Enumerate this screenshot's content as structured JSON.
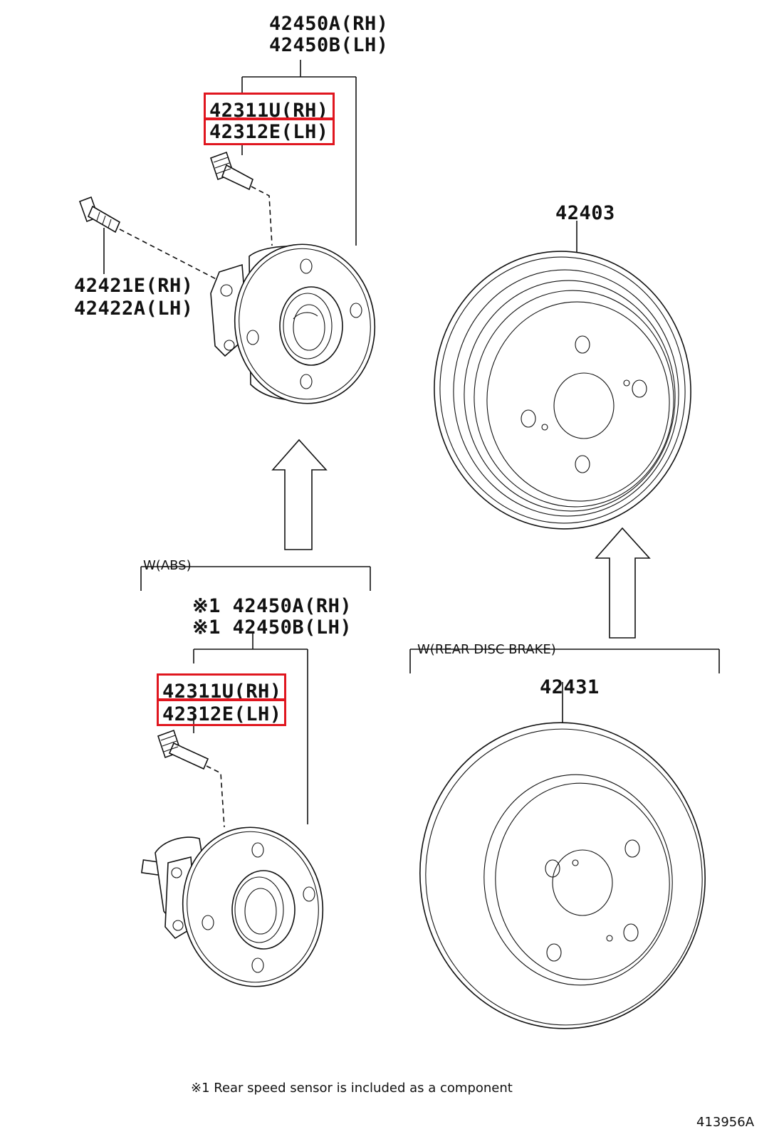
{
  "labels": {
    "hub_assy_top_rh": "42450A(RH)",
    "hub_assy_top_lh": "42450B(LH)",
    "bolt_top_rh": "42311U(RH)",
    "bolt_top_lh": "42312E(LH)",
    "bolt_side_rh": "42421E(RH)",
    "bolt_side_lh": "42422A(LH)",
    "drum": "42403",
    "abs_section": "W(ABS)",
    "hub_assy_abs_rh": "※1 42450A(RH)",
    "hub_assy_abs_lh": "※1 42450B(LH)",
    "bolt_abs_rh": "42311U(RH)",
    "bolt_abs_lh": "42312E(LH)",
    "disc_section": "W(REAR DISC BRAKE)",
    "disc": "42431",
    "footnote": "※1 Rear speed sensor is included as a component",
    "diagram_id": "413956A"
  },
  "highlight_color": "#e0161f"
}
